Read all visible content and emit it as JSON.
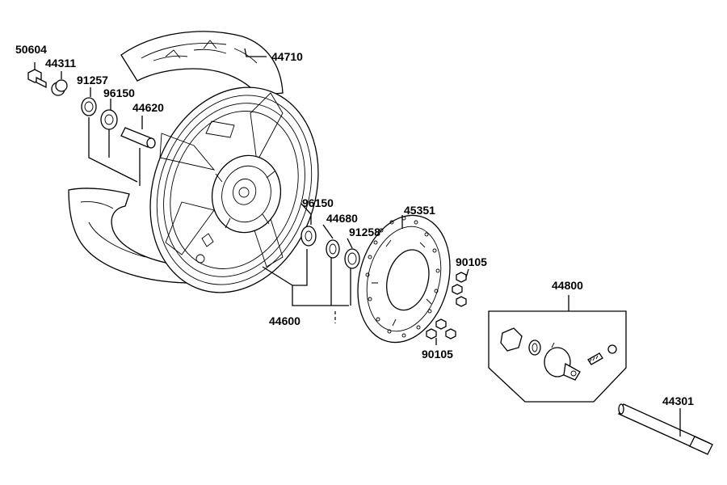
{
  "diagram": {
    "part_labels": {
      "p50604": "50604",
      "p44311": "44311",
      "p91257": "91257",
      "p96150_top": "96150",
      "p44620": "44620",
      "p44710": "44710",
      "p96150_mid": "96150",
      "p44680": "44680",
      "p91258": "91258",
      "p45351": "45351",
      "p90105_top": "90105",
      "p44600": "44600",
      "p90105_bottom": "90105",
      "p44800": "44800",
      "p44301": "44301"
    },
    "colors": {
      "line": "#000000",
      "background": "#ffffff"
    }
  }
}
